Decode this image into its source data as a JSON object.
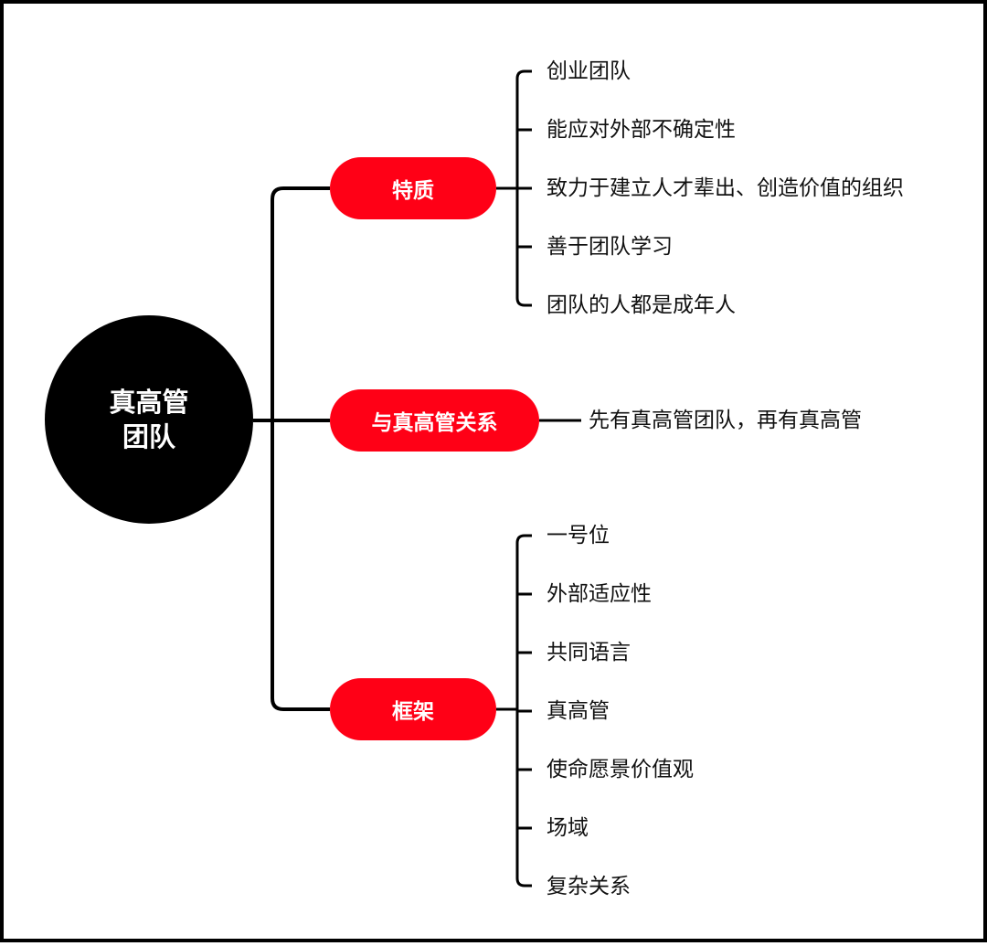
{
  "colors": {
    "root": "#000000",
    "branch": "#ff0016",
    "line": "#000000",
    "text": "#111111",
    "branch_text": "#ffffff"
  },
  "root": {
    "label": "真高管团队"
  },
  "branches": [
    {
      "label": "特质",
      "children": [
        "创业团队",
        "能应对外部不确定性",
        "致力于建立人才辈出、创造价值的组织",
        "善于团队学习",
        "团队的人都是成年人"
      ]
    },
    {
      "label": "与真高管关系",
      "children": [
        "先有真高管团队，再有真高管"
      ]
    },
    {
      "label": "框架",
      "children": [
        "一号位",
        "外部适应性",
        "共同语言",
        "真高管",
        "使命愿景价值观",
        "场域",
        "复杂关系"
      ]
    }
  ]
}
